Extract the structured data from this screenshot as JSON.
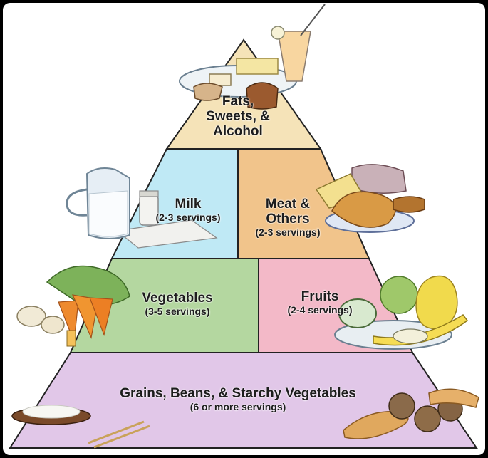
{
  "pyramid": {
    "fats": {
      "line1": "Fats,",
      "line2": "Sweets, &",
      "line3": "Alcohol",
      "color": "#f5e3b8"
    },
    "milk": {
      "title": "Milk",
      "servings": "(2-3 servings)",
      "color": "#bfe9f5"
    },
    "meat": {
      "title1": "Meat &",
      "title2": "Others",
      "servings": "(2-3 servings)",
      "color": "#f1c48b"
    },
    "vegetables": {
      "title": "Vegetables",
      "servings": "(3-5 servings)",
      "color": "#b4d7a0"
    },
    "fruits": {
      "title": "Fruits",
      "servings": "(2-4 servings)",
      "color": "#f3b9c8"
    },
    "grains": {
      "title": "Grains, Beans, & Starchy Vegetables",
      "servings": "(6 or more servings)",
      "color": "#e1c7e8"
    }
  }
}
